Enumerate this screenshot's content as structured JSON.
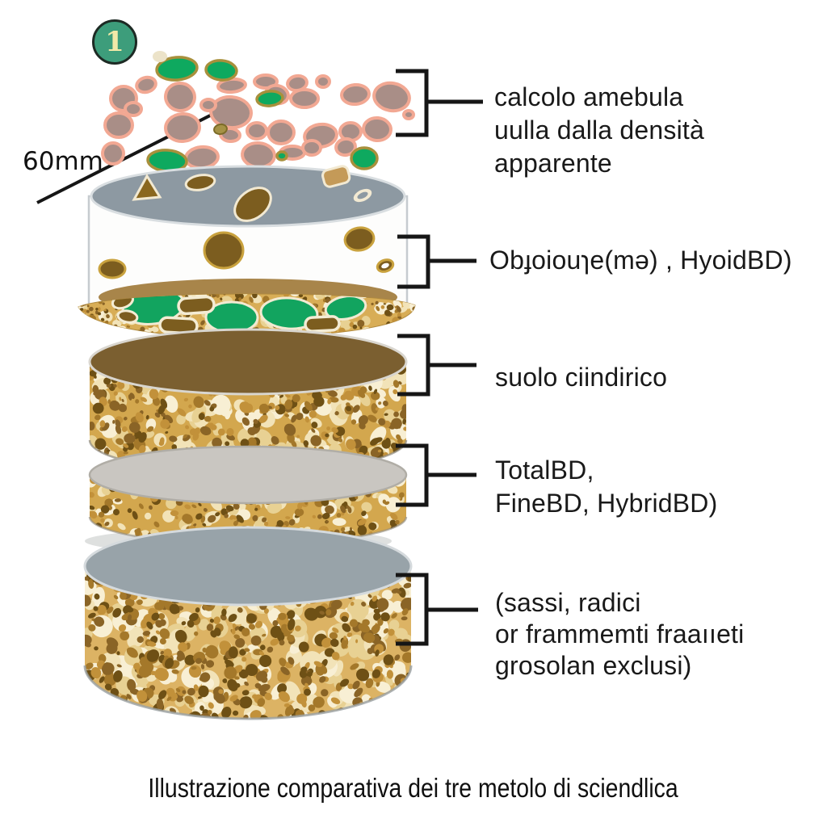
{
  "figure": {
    "badge_number": "1",
    "size_label": "60mm",
    "caption": "Illustrazione comparativa dei tre metolo di sciendlica"
  },
  "annotations": [
    {
      "id": "surface-gravel-label",
      "lines": [
        "calcolo amebula",
        "uulla dalla densità",
        "apparente"
      ]
    },
    {
      "id": "sampling-ring-label",
      "lines": [
        "Obɟoiouɿe(mə) , HyoidBD)"
      ]
    },
    {
      "id": "soil-core-label",
      "lines": [
        "suolo ciindirico"
      ]
    },
    {
      "id": "thin-disc-label",
      "lines": [
        "TotalBD,",
        "FineBD, HybridBD)"
      ]
    },
    {
      "id": "bottom-core-label",
      "lines": [
        "(sassi, radici",
        "or frammemti fraaııeti",
        "grosolan exclusi)"
      ]
    }
  ],
  "colors": {
    "pebble_mauve": "#a98e87",
    "pebble_outline_salmon": "#f2a893",
    "pebble_green": "#0ea95f",
    "pebble_green_outline": "#a8903c",
    "ring_top_gray": "#8d99a2",
    "soil_surface_brown": "#a8854a",
    "core_top_brown": "#7b5f30",
    "disc_top_gray": "#c9c6c1",
    "bottom_top_gray": "#98a3a9",
    "soil_gold_base": "#d4a94f",
    "soil_dark_speckle": "#8a6426",
    "badge_green": "#3d9d7b",
    "badge_digit_cream": "#f2e9a8",
    "line_black": "#161616"
  }
}
